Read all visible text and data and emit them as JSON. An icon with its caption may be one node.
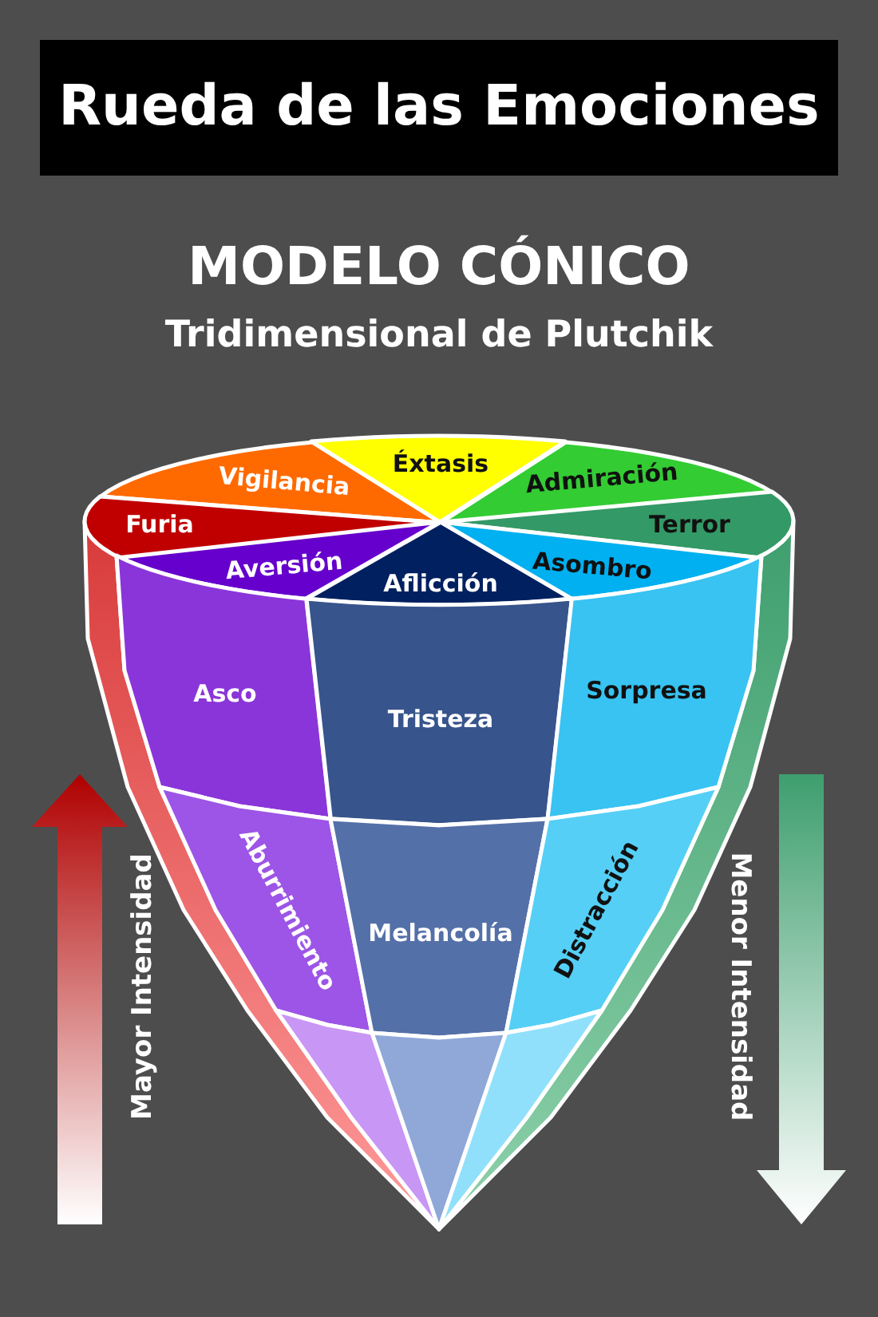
{
  "diagram": {
    "title": "Rueda de las Emociones",
    "nodes": [
      {
        "text": [
          "Vigilancia"
        ]
      },
      {
        "text": [
          "Éxtasis"
        ]
      },
      {
        "text": [
          "Admiración"
        ]
      },
      {
        "text": [
          "Furia"
        ]
      },
      {
        "text": [
          "Terror"
        ]
      },
      {
        "text": [
          "Aversión"
        ]
      },
      {
        "text": [
          "Aflicción"
        ]
      },
      {
        "text": [
          "Asombro"
        ]
      },
      {
        "text": [
          "Asco"
        ]
      },
      {
        "text": [
          "Tristeza"
        ]
      },
      {
        "text": [
          "Sorpresa"
        ]
      },
      {
        "text": [
          "Aburrimiento"
        ]
      },
      {
        "text": [
          "Melancolía"
        ]
      },
      {
        "text": [
          "Distracción"
        ]
      },
      {
        "text": [],
        "shape": "triangle"
      },
      {
        "text": [],
        "shape": "triangle"
      },
      {
        "text": [],
        "shape": "triangle"
      }
    ],
    "labels": [
      "MODELO CÓNICO",
      "Tridimensional de Plutchik",
      "Mayor Intensidad",
      "Menor Intensidad"
    ]
  }
}
